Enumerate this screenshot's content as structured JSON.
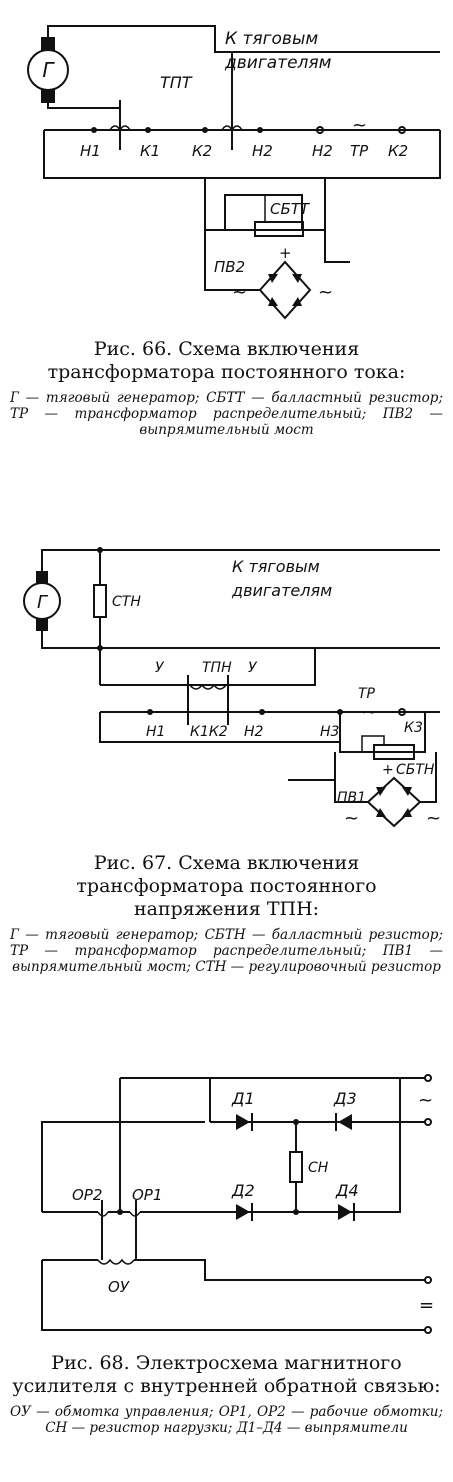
{
  "fig66": {
    "labels": {
      "generator": "Г",
      "to_motors_line1": "К тяговым",
      "to_motors_line2": "двигателям",
      "transformer": "ТПТ",
      "h1": "Н1",
      "k1": "К1",
      "k2": "К2",
      "h2a": "Н2",
      "h2b": "Н2",
      "tr": "ТР",
      "k2b": "К2",
      "tilde": "~",
      "ballast": "СБТТ",
      "bridge": "ПВ2",
      "plus": "+",
      "ac_left": "~",
      "ac_right": "~"
    },
    "caption_title": "Рис. 66. Схема включения трансформатора постоянного тока:",
    "caption_legend": "Г — тяговый генератор; СБТТ — балластный резистор; ТР — трансформатор распределительный; ПВ2 — выпрямительный мост"
  },
  "fig67": {
    "labels": {
      "generator": "Г",
      "stn": "СТН",
      "to_motors_line1": "К тяговым",
      "to_motors_line2": "двигателям",
      "y_left": "У",
      "transformer": "ТПН",
      "y_right": "У",
      "h1": "Н1",
      "k1k2": "К1К2",
      "h2": "Н2",
      "h3": "Н3",
      "tr": "ТР",
      "tilde": "~",
      "k3": "К3",
      "plus": "+",
      "ballast": "СБТН",
      "bridge": "ПВ1",
      "ac_left": "~",
      "ac_right": "~"
    },
    "caption_title": "Рис. 67. Схема включения трансформатора постоянного напряжения ТПН:",
    "caption_legend": "Г — тяговый генератор; СБТН — балластный резистор; ТР — трансформатор распределительный; ПВ1 — выпрямительный мост; СТН — регулировочный резистор"
  },
  "fig68": {
    "labels": {
      "d1": "Д1",
      "d3": "Д3",
      "d2": "Д2",
      "d4": "Д4",
      "ch": "СН",
      "op2": "ОР2",
      "op1": "ОР1",
      "oy": "ОУ",
      "ac": "~",
      "dc": "="
    },
    "caption_title": "Рис. 68. Электросхема магнитного усилителя с внутренней обратной связью:",
    "caption_legend": "ОУ — обмотка управления; ОР1, ОР2 — рабочие обмотки; СН — резистор нагрузки; Д1–Д4 — выпрямители"
  }
}
